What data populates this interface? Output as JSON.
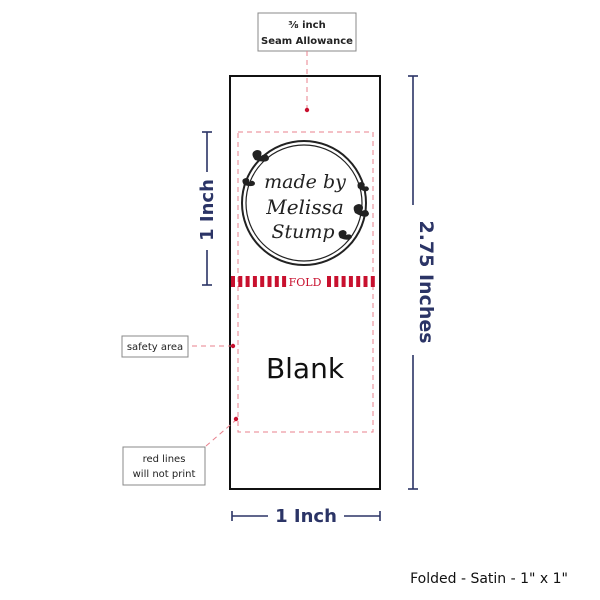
{
  "callouts": {
    "seam_line1": "⅜ inch",
    "seam_line2": "Seam Allowance",
    "safety": "safety area",
    "red_line1": "red lines",
    "red_line2": "will not print"
  },
  "label": {
    "logo_line1": "made by",
    "logo_line2": "Melissa",
    "logo_line3": "Stump",
    "fold": "FOLD",
    "blank": "Blank"
  },
  "dimensions": {
    "left_height": "1 Inch",
    "right_height": "2.75 Inches",
    "bottom_width": "1 Inch"
  },
  "caption": "Folded - Satin - 1\" x 1\"",
  "colors": {
    "navy": "#2b3466",
    "red": "#c8102e",
    "guide": "#e8808c"
  }
}
